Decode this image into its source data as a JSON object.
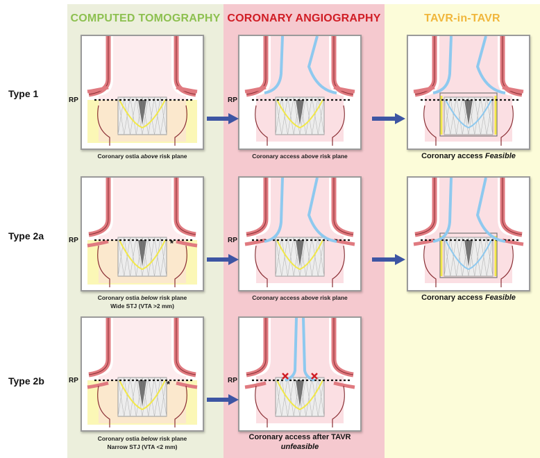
{
  "columns": {
    "ct": {
      "title": "COMPUTED TOMOGRAPHY",
      "color": "#8dc050"
    },
    "angio": {
      "title": "CORONARY ANGIOGRAPHY",
      "color": "#d01d25"
    },
    "tavr": {
      "title": "TAVR-in-TAVR",
      "color": "#f0b63b"
    }
  },
  "rows": {
    "type1": "Type 1",
    "type2a": "Type 2a",
    "type2b": "Type 2b"
  },
  "rp_label": "RP",
  "star_mark": "*",
  "captions": {
    "ct1": "Coronary ostia above risk plane",
    "angio1": "Coronary access above risk plane",
    "tavr1": "Coronary access Feasible",
    "ct2a_line1": "Coronary ostia below risk plane",
    "ct2a_line2": "Wide STJ (VTA >2 mm)",
    "angio2a": "Coronary access above  risk plane",
    "tavr2a": "Coronary access Feasible",
    "ct2b_line1": "Coronary ostia below risk plane",
    "ct2b_line2": "Narrow STJ (VTA <2 mm)",
    "angio2b_line1": "Coronary access after TAVR",
    "angio2b_line2": "unfeasible"
  },
  "colors": {
    "aorta_wall": "#e07a80",
    "lumen": "#fbdce0",
    "risk_zone": "#fbf7b6",
    "catheter": "#8ec9ef",
    "leaflet": "#f2e84a",
    "arrow": "#3d55a3",
    "block_mark": "#d01d25"
  }
}
